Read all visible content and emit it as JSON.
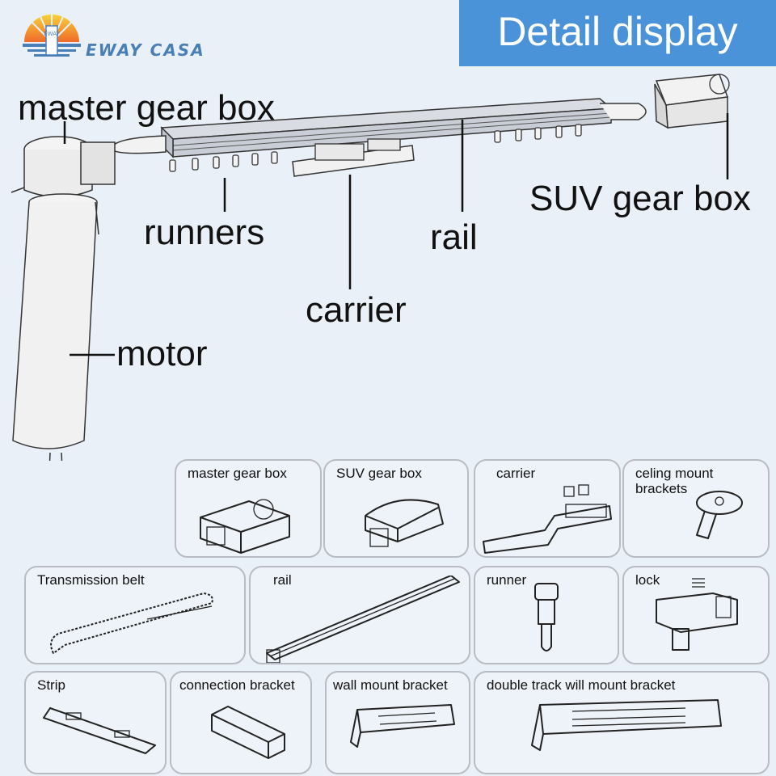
{
  "brand": {
    "name": "EWAY CASA",
    "logo_mark": "EWAY"
  },
  "banner": {
    "title": "Detail display"
  },
  "diagram_labels": {
    "master_gear_box": "master gear box",
    "suv_gear_box": "SUV gear box",
    "runners": "runners",
    "rail": "rail",
    "carrier": "carrier",
    "motor": "motor"
  },
  "parts": [
    {
      "label": "master gear box"
    },
    {
      "label": "SUV gear box"
    },
    {
      "label": "carrier"
    },
    {
      "label": "celing mount\nbrackets"
    },
    {
      "label": "Transmission belt"
    },
    {
      "label": "rail"
    },
    {
      "label": "runner"
    },
    {
      "label": "lock"
    },
    {
      "label": "Strip"
    },
    {
      "label": "connection bracket"
    },
    {
      "label": "wall mount bracket"
    },
    {
      "label": "double track will mount bracket"
    }
  ],
  "colors": {
    "banner": "#4a93d9",
    "brand": "#4a7fb6",
    "background": "#e9f0f7"
  }
}
